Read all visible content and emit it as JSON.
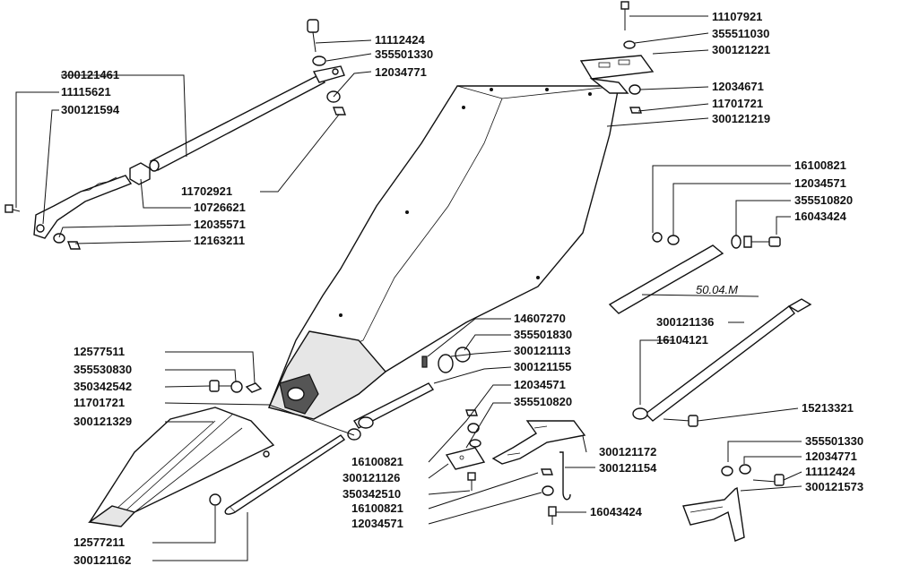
{
  "reference_label": "50.04.M",
  "part_numbers": [
    "11107921",
    "355511030",
    "300121221",
    "12034671",
    "11701721",
    "300121219",
    "11112424",
    "355501330",
    "12034771",
    "300121461",
    "11115621",
    "300121594",
    "11702921",
    "10726621",
    "12035571",
    "12163211",
    "16100821",
    "12034571",
    "355510820",
    "16043424",
    "14607270",
    "355501830",
    "300121113",
    "300121155",
    "300121136",
    "16104121",
    "15213321",
    "12577511",
    "355530830",
    "350342542",
    "11701721",
    "300121329",
    "12034571",
    "355510820",
    "300121172",
    "300121154",
    "16100821",
    "300121126",
    "350342510",
    "16100821",
    "12034571",
    "16043424",
    "355501330",
    "12034771",
    "11112424",
    "300121573",
    "12577211",
    "300121162"
  ]
}
